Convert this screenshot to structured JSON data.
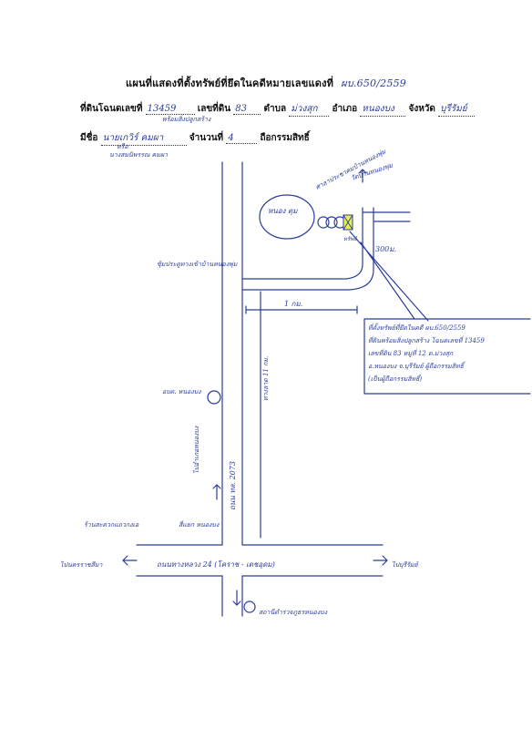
{
  "header": {
    "title": "แผนที่แสดงที่ตั้งทรัพย์ที่ยึดในคดีหมายเลขแดงที่",
    "case_number": "ผบ.650/2559"
  },
  "land": {
    "deed_label": "ที่ดินโฉนดเลขที่",
    "deed_no": "13459",
    "deed_note": "พร้อมสิ่งปลูกสร้าง",
    "plot_label": "เลขที่ดิน",
    "plot_no": "83",
    "subdistrict_label": "ตำบล",
    "subdistrict": "ม่วงสุก",
    "district_label": "อำเภอ",
    "district": "หนองบง",
    "province_label": "จังหวัด",
    "province": "บุรีรัมย์"
  },
  "owner": {
    "name_label": "มีชื่อ",
    "name": "นายเกวิร์ คมผา",
    "name_note": "หรือ",
    "name_alt": "นางสมนิพรรณ คมผา",
    "count_label": "จำนวนที่",
    "count": "4",
    "ownership_label": "ถือกรรมสิทธิ์"
  },
  "map": {
    "label_center": "ศาลาประชาคมบ้านหนองพุ่ม",
    "label_temple": "วัดบ้านหนองพุ่ม",
    "pond": "หนอง\nตุม",
    "asset_mark": "ทรัพย์",
    "dist_300": "300ม.",
    "dist_1km": "1 กม.",
    "road_vertical": "ถนน ทล. 2073",
    "road_side": "ทางลาด 11 กม.",
    "junction_top": "ซุ้มประตูทางเข้าบ้านหนองพุ่ม",
    "water_tower": "อบต.\nหนองบง",
    "arrow_up": "ไปอำเภอหนองบง",
    "junction_bottom": "สี่แยก\nหนองบง",
    "police": "ร้านสะดวกแถวกงเอ",
    "road_horizontal": "ถนนทางหลวง 24 (โคราช - เดชอุดม)",
    "to_left": "ไปนครราชสีมา",
    "to_right": "ไปบุรีรัมย์",
    "station": "สถานีตำรวจภูธรหนองบง",
    "annotation": [
      "ที่ตั้งทรัพย์ที่ยึดในคดี ผบ.650/2559",
      "ที่ดินพร้อมสิ่งปลูกสร้าง โฉนดเลขที่ 13459",
      "เลขที่ดิน 83 หมู่ที่ 12 ต.ม่วงสุก",
      "อ.หนองบง จ.บุรีรัมย์ ผู้ถือกรรมสิทธิ์",
      "(เป็นผู้ถือกรรมสิทธิ์)"
    ]
  },
  "colors": {
    "ink": "#2b3d9a",
    "highlight": "#e9f24a",
    "print": "#111111"
  }
}
